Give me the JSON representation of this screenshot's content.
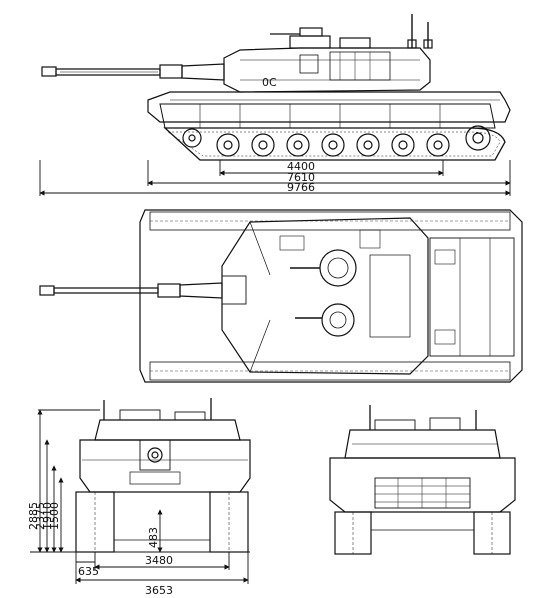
{
  "diagram": {
    "side_view": {
      "dimensions": {
        "hull_contact": "4400",
        "hull_length": "7610",
        "overall_length": "9766"
      }
    },
    "top_view": {},
    "front_view": {
      "heights": {
        "overall": "2885",
        "turret_roof": "2375",
        "hull_top": "1910",
        "fender": "1500"
      },
      "ground_clearance": "483",
      "track_width": "635",
      "track_centers": "3480",
      "overall_width": "3653"
    },
    "rear_view": {}
  }
}
